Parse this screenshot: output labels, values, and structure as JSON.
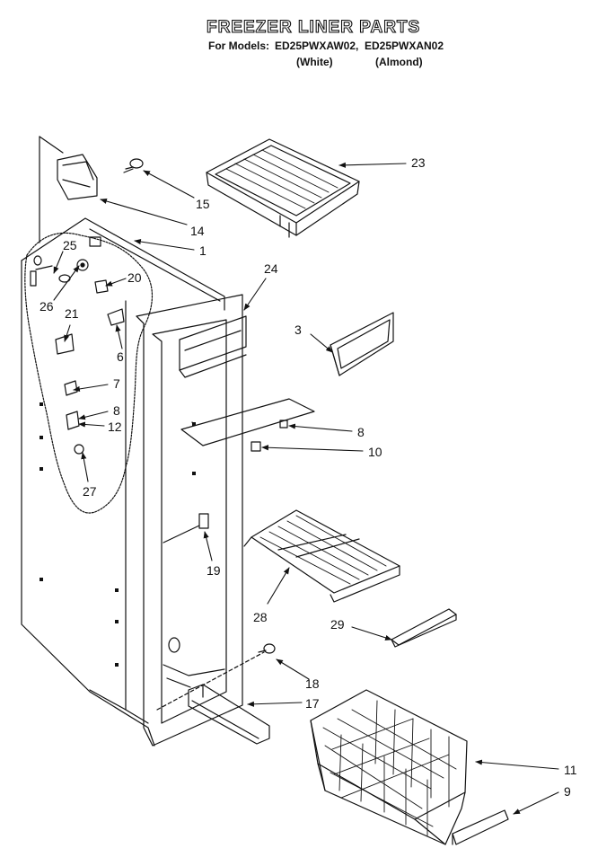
{
  "header": {
    "title": "FREEZER LINER PARTS",
    "models_label": "For Models:",
    "model_1": "ED25PWXAW02,",
    "model_2": "ED25PWXAN02",
    "variant_1": "(White)",
    "variant_2": "(Almond)"
  },
  "callouts": {
    "p1": "1",
    "p3": "3",
    "p6": "6",
    "p7": "7",
    "p8a": "8",
    "p8b": "8",
    "p9": "9",
    "p10": "10",
    "p11": "11",
    "p12": "12",
    "p14": "14",
    "p15": "15",
    "p17": "17",
    "p18": "18",
    "p19": "19",
    "p20": "20",
    "p21": "21",
    "p23": "23",
    "p24": "24",
    "p25": "25",
    "p26": "26",
    "p27": "27",
    "p28": "28",
    "p29": "29"
  }
}
